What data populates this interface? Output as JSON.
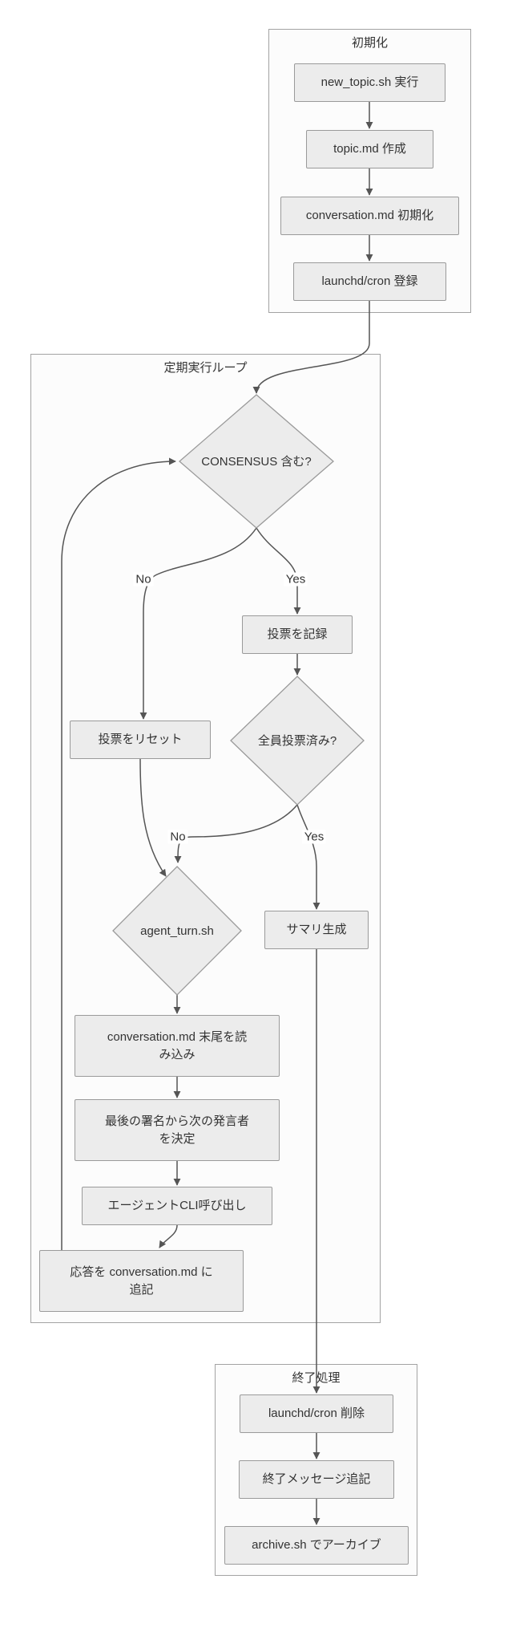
{
  "colors": {
    "node_fill": "#ececec",
    "node_border": "#9a9a9a",
    "cluster_border": "#a3a3a3",
    "edge": "#555555",
    "text": "#333333"
  },
  "diagram": {
    "subgraphs": {
      "init": {
        "title": "初期化"
      },
      "loop": {
        "title": "定期実行ループ"
      },
      "end": {
        "title": "終了処理"
      }
    },
    "nodes": {
      "new_topic": "new_topic.sh 実行",
      "topic_md": "topic.md 作成",
      "conv_init": "conversation.md 初期化",
      "launchd_add": "launchd/cron 登録",
      "consensus": "CONSENSUS 含む?",
      "record_vote": "投票を記録",
      "all_voted": "全員投票済み?",
      "reset_vote": "投票をリセット",
      "agent_turn": "agent_turn.sh",
      "summary": "サマリ生成",
      "read_tail": [
        "conversation.md 末尾を読",
        "み込み"
      ],
      "next_speaker": [
        "最後の署名から次の発言者",
        "を決定"
      ],
      "cli_call": "エージェントCLI呼び出し",
      "append_resp": [
        "応答を conversation.md に",
        "追記"
      ],
      "launchd_del": "launchd/cron 削除",
      "end_msg": "終了メッセージ追記",
      "archive": "archive.sh でアーカイブ"
    },
    "edge_labels": {
      "consensus_no": "No",
      "consensus_yes": "Yes",
      "all_voted_no": "No",
      "all_voted_yes": "Yes"
    }
  }
}
